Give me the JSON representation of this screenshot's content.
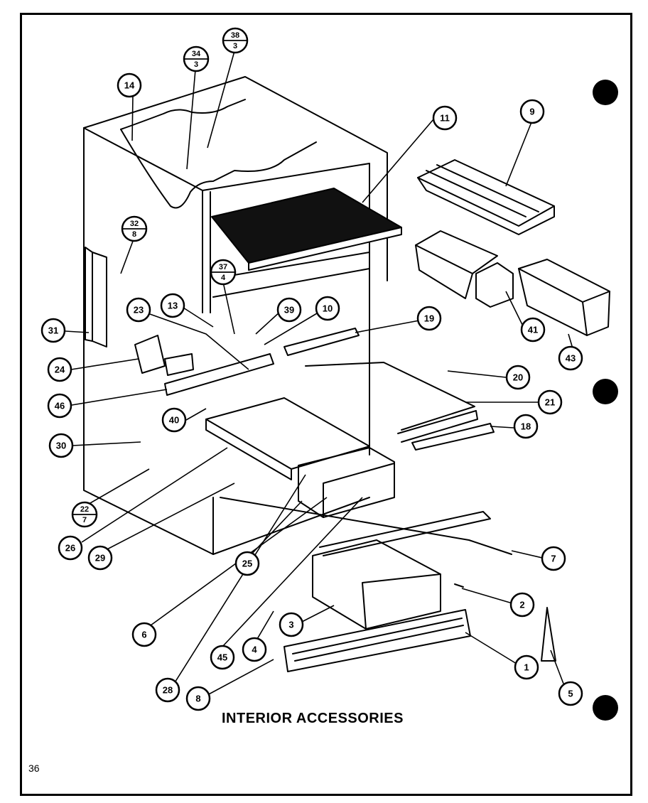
{
  "title": "INTERIOR ACCESSORIES",
  "page_number": "36",
  "callouts": {
    "c1": "1",
    "c2": "2",
    "c3": "3",
    "c4": "4",
    "c5": "5",
    "c6": "6",
    "c7": "7",
    "c8": "8",
    "c9": "9",
    "c10": "10",
    "c11": "11",
    "c13": "13",
    "c14": "14",
    "c18": "18",
    "c19": "19",
    "c20": "20",
    "c21": "21",
    "c23": "23",
    "c24": "24",
    "c25": "25",
    "c26": "26",
    "c28a": "28",
    "c28b": "28",
    "c29": "29",
    "c30": "30",
    "c31": "31",
    "c39": "39",
    "c40": "40",
    "c41": "41",
    "c43": "43",
    "c45": "45",
    "c46": "46"
  },
  "split_callouts": {
    "s34": {
      "top": "34",
      "bottom": "3"
    },
    "s38": {
      "top": "38",
      "bottom": "3"
    },
    "s32": {
      "top": "32",
      "bottom": "8"
    },
    "s37": {
      "top": "37",
      "bottom": "4"
    },
    "s22": {
      "top": "22",
      "bottom": "7"
    }
  }
}
